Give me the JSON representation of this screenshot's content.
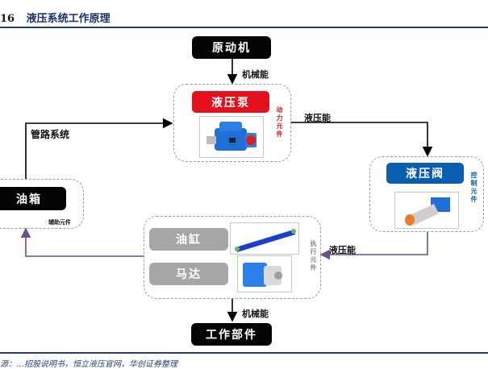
{
  "header": {
    "figure_number": "16",
    "title": "液压系统工作原理"
  },
  "nodes": {
    "prime_mover": "原动机",
    "pump": "液压泵",
    "valve": "液压阀",
    "tank": "油箱",
    "cylinder": "油缸",
    "motor": "马达",
    "work_part": "工作部件"
  },
  "group_labels": {
    "power": "动力元件",
    "control": "控制元件",
    "auxiliary": "辅助元件",
    "actuator": "执行元件"
  },
  "edge_labels": {
    "mechanical_top": "机械能",
    "hydraulic_right": "液压能",
    "piping": "管路系统",
    "hydraulic_bottom": "液压能",
    "mechanical_bottom": "机械能"
  },
  "images": {
    "pump": "hydraulic-pump-photo",
    "valve": "hydraulic-valve-photo",
    "cylinder": "hydraulic-cylinder-photo",
    "motor": "hydraulic-motor-photo"
  },
  "colors": {
    "pump_red": "#e3101d",
    "valve_blue": "#0a5eb0",
    "return_purple": "#6b4f8f",
    "title_navy": "#1f3d7a"
  },
  "footer": {
    "source": "源：…招股说明书，恒立液压官网，华创证券整理"
  }
}
